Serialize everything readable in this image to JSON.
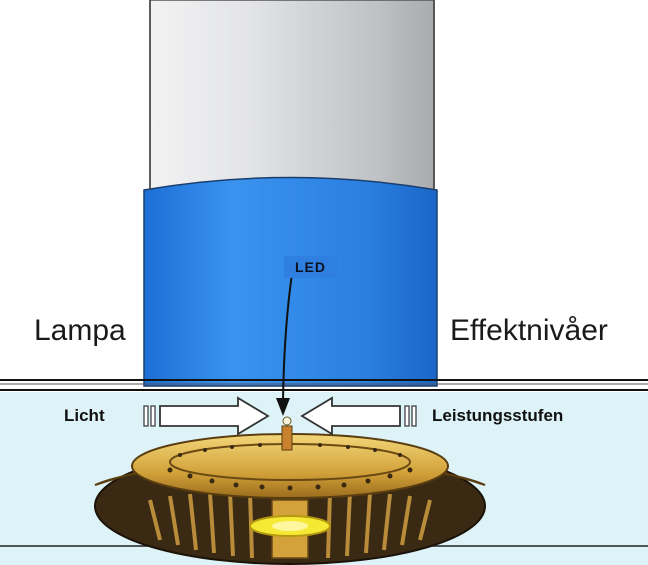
{
  "labels": {
    "led": "LED",
    "left_caption": "Lampa",
    "right_caption": "Effektnivåer",
    "left_arrow": "Licht",
    "right_arrow": "Leistungsstufen"
  },
  "colors": {
    "shade_gray": "#cfd0d2",
    "shade_blue": "#2f82e2",
    "plate": "#ddf3f7",
    "burner_gold": "#d6a83e",
    "burner_dark": "#3a2a14",
    "center_yellow": "#f6e936"
  },
  "icons": {
    "led_pointer": "arrow-down-icon",
    "left_arrow": "arrow-right-icon",
    "right_arrow": "arrow-left-icon"
  }
}
